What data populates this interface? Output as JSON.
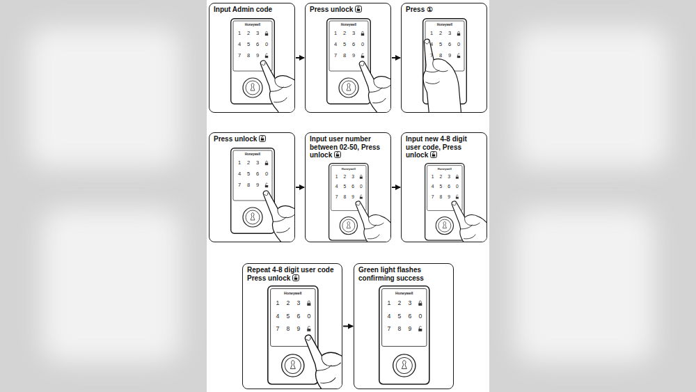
{
  "diagram": {
    "nodes": [
      {
        "text": [
          "Input Admin code"
        ]
      },
      {
        "text": [
          "Press unlock"
        ]
      },
      {
        "text": [
          "Press ①"
        ]
      },
      {
        "text": [
          "Press unlock"
        ]
      },
      {
        "text": [
          "Input user number between 02-50, Press unlock"
        ]
      },
      {
        "text": [
          "Input new 4-8 digit user code, Press unlock"
        ]
      },
      {
        "text": [
          "Repeat 4-8 digit user code Press unlock"
        ]
      },
      {
        "text": [
          "Green light flashes confirming success"
        ]
      }
    ],
    "edges": [
      {
        "from": 0,
        "to": 1,
        "arrow": "to"
      },
      {
        "from": 1,
        "to": 2,
        "arrow": "to"
      },
      {
        "from": 3,
        "to": 4,
        "arrow": "to"
      },
      {
        "from": 4,
        "to": 5,
        "arrow": "to"
      },
      {
        "from": 6,
        "to": 7,
        "arrow": "to"
      }
    ],
    "labels": [
      "Honeywell",
      "1",
      "2",
      "3",
      "4",
      "5",
      "6",
      "0",
      "7",
      "8",
      "9",
      "Honeywell",
      "1",
      "2",
      "3",
      "4",
      "5",
      "6",
      "0",
      "7",
      "8",
      "9",
      "Honeywell",
      "1",
      "2",
      "3",
      "4",
      "5",
      "6",
      "0",
      "7",
      "8",
      "9",
      "Honeywell",
      "1",
      "2",
      "3",
      "4",
      "5",
      "6",
      "0",
      "7",
      "8",
      "9",
      "Honeywell",
      "1",
      "2",
      "3",
      "4",
      "5",
      "6",
      "0",
      "7",
      "8",
      "9",
      "Honeywell",
      "1",
      "2",
      "3",
      "4",
      "5",
      "6",
      "0",
      "7",
      "8",
      "9",
      "Honeywell",
      "1",
      "2",
      "3",
      "4",
      "5",
      "6",
      "0",
      "7",
      "8",
      "9",
      "Honeywell",
      "1",
      "2",
      "3",
      "4",
      "5",
      "6",
      "0",
      "7",
      "8",
      "9"
    ]
  }
}
